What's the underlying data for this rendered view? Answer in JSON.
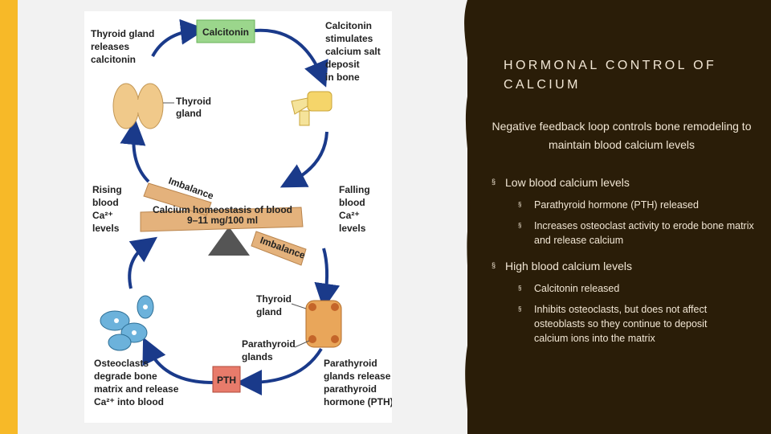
{
  "slide": {
    "title": "HORMONAL CONTROL OF CALCIUM",
    "subtitle": "Negative feedback loop controls bone remodeling to maintain blood calcium levels",
    "bullets": [
      {
        "text": "Low blood calcium levels",
        "subs": [
          "Parathyroid hormone (PTH) released",
          "Increases osteoclast activity to erode bone matrix and release calcium"
        ]
      },
      {
        "text": "High blood calcium levels",
        "subs": [
          "Calcitonin released",
          "Inhibits osteoclasts, but does not affect osteoblasts so they continue to deposit calcium ions into the matrix"
        ]
      }
    ],
    "bullet_marker": "§",
    "colors": {
      "accent": "#f7b928",
      "dark_bg": "#2a1d08",
      "text": "#f1e6d4"
    }
  },
  "diagram": {
    "calcitonin_box": "Calcitonin",
    "pth_box": "PTH",
    "thyroid_releases": [
      "Thyroid gland",
      "releases",
      "calcitonin"
    ],
    "calcitonin_stimulates": [
      "Calcitonin",
      "stimulates",
      "calcium salt",
      "deposit",
      "in bone"
    ],
    "thyroid_gland_top": [
      "Thyroid",
      "gland"
    ],
    "rising": [
      "Rising",
      "blood",
      "Ca²⁺",
      "levels"
    ],
    "falling": [
      "Falling",
      "blood",
      "Ca²⁺",
      "levels"
    ],
    "imbalance_top": "Imbalance",
    "imbalance_bottom": "Imbalance",
    "homeostasis": [
      "Calcium homeostasis of blood",
      "9–11 mg/100 ml"
    ],
    "thyroid_gland_bottom": [
      "Thyroid",
      "gland"
    ],
    "parathyroid_glands": [
      "Parathyroid",
      "glands"
    ],
    "osteoclasts": [
      "Osteoclasts",
      "degrade bone",
      "matrix and release",
      "Ca²⁺ into blood"
    ],
    "parathyroid_release": [
      "Parathyroid",
      "glands release",
      "parathyroid",
      "hormone (PTH)"
    ],
    "colors": {
      "arrow": "#1a3a8a",
      "calcitonin_box": "#9bd68c",
      "pth_box": "#e87b6b",
      "plank": "#e4b27c",
      "fulcrum": "#555555"
    }
  }
}
